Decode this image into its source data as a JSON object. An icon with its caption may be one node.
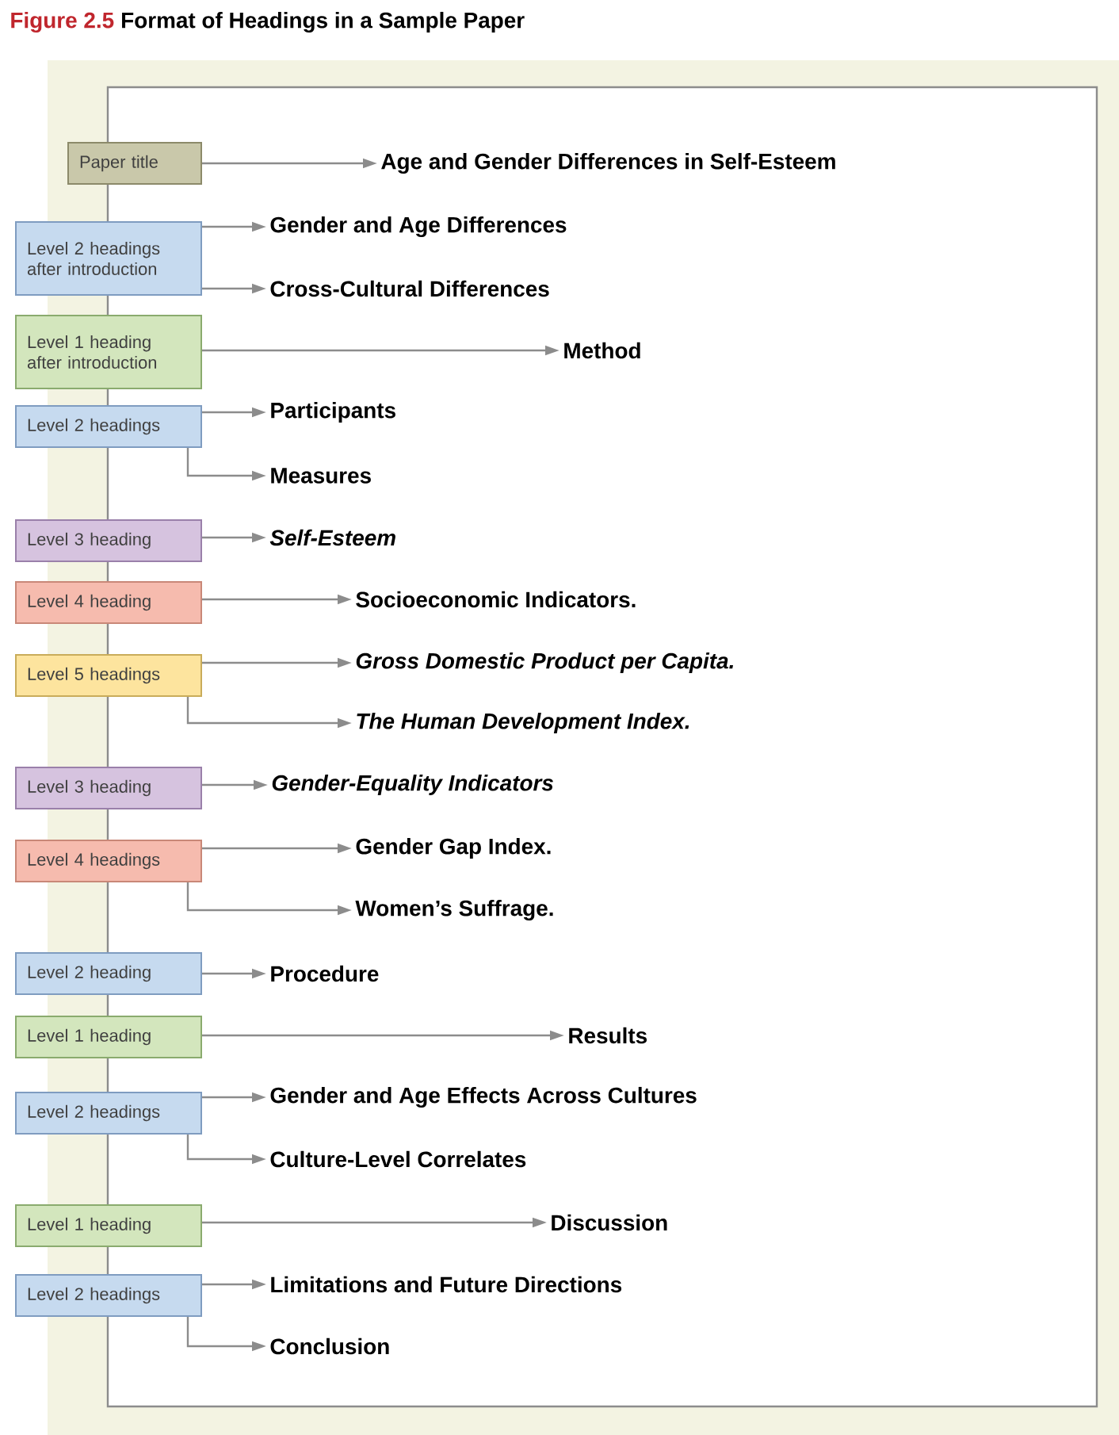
{
  "diagram": {
    "title": "Format of Headings in a Sample Paper",
    "nodes": [
      {
        "text": [
          "Paper title"
        ]
      },
      {
        "text": [
          "Age and Gender Differences in Self-Esteem"
        ]
      },
      {
        "text": [
          "Level 2 headings after introduction"
        ]
      },
      {
        "text": [
          "Gender and Age Differences"
        ]
      },
      {
        "text": [
          "Cross-Cultural Differences"
        ]
      },
      {
        "text": [
          "Level 1 heading after introduction"
        ]
      },
      {
        "text": [
          "Method"
        ]
      },
      {
        "text": [
          "Level 2 headings"
        ]
      },
      {
        "text": [
          "Participants"
        ]
      },
      {
        "text": [
          "Measures"
        ]
      },
      {
        "text": [
          "Level 3 heading"
        ]
      },
      {
        "text": [
          "Self-Esteem"
        ]
      },
      {
        "text": [
          "Level 4 heading"
        ]
      },
      {
        "text": [
          "Socioeconomic Indicators."
        ]
      },
      {
        "text": [
          "Level 5 headings"
        ]
      },
      {
        "text": [
          "Gross Domestic Product per Capita."
        ]
      },
      {
        "text": [
          "The Human Development Index."
        ]
      },
      {
        "text": [
          "Level 3 heading"
        ]
      },
      {
        "text": [
          "Gender-Equality Indicators"
        ]
      },
      {
        "text": [
          "Level 4 headings"
        ]
      },
      {
        "text": [
          "Gender Gap Index."
        ]
      },
      {
        "text": [
          "Women’s Suffrage."
        ]
      },
      {
        "text": [
          "Level 2 heading"
        ]
      },
      {
        "text": [
          "Procedure"
        ]
      },
      {
        "text": [
          "Level 1 heading"
        ]
      },
      {
        "text": [
          "Results"
        ]
      },
      {
        "text": [
          "Level 2 headings"
        ]
      },
      {
        "text": [
          "Gender and Age Effects Across Cultures"
        ]
      },
      {
        "text": [
          "Culture-Level Correlates"
        ]
      },
      {
        "text": [
          "Level 1 heading"
        ]
      },
      {
        "text": [
          "Discussion"
        ]
      },
      {
        "text": [
          "Level 2 headings"
        ]
      },
      {
        "text": [
          "Limitations and Future Directions"
        ]
      },
      {
        "text": [
          "Conclusion"
        ]
      }
    ],
    "edges": [
      {
        "from": 0,
        "to": 1,
        "arrow": "to"
      },
      {
        "from": 2,
        "to": 3,
        "arrow": "to"
      },
      {
        "from": 2,
        "to": 4,
        "arrow": "to"
      },
      {
        "from": 5,
        "to": 6,
        "arrow": "to"
      },
      {
        "from": 7,
        "to": 8,
        "arrow": "to"
      },
      {
        "from": 7,
        "to": 9,
        "arrow": "to"
      },
      {
        "from": 10,
        "to": 11,
        "arrow": "to"
      },
      {
        "from": 12,
        "to": 13,
        "arrow": "to"
      },
      {
        "from": 14,
        "to": 15,
        "arrow": "to"
      },
      {
        "from": 14,
        "to": 16,
        "arrow": "to"
      },
      {
        "from": 17,
        "to": 18,
        "arrow": "to"
      },
      {
        "from": 19,
        "to": 20,
        "arrow": "to"
      },
      {
        "from": 19,
        "to": 21,
        "arrow": "to"
      },
      {
        "from": 22,
        "to": 23,
        "arrow": "to"
      },
      {
        "from": 24,
        "to": 25,
        "arrow": "to"
      },
      {
        "from": 26,
        "to": 27,
        "arrow": "to"
      },
      {
        "from": 26,
        "to": 28,
        "arrow": "to"
      },
      {
        "from": 29,
        "to": 30,
        "arrow": "to"
      },
      {
        "from": 31,
        "to": 32,
        "arrow": "to"
      },
      {
        "from": 31,
        "to": 33,
        "arrow": "to"
      }
    ],
    "labels": [
      "Figure 2.5"
    ]
  }
}
